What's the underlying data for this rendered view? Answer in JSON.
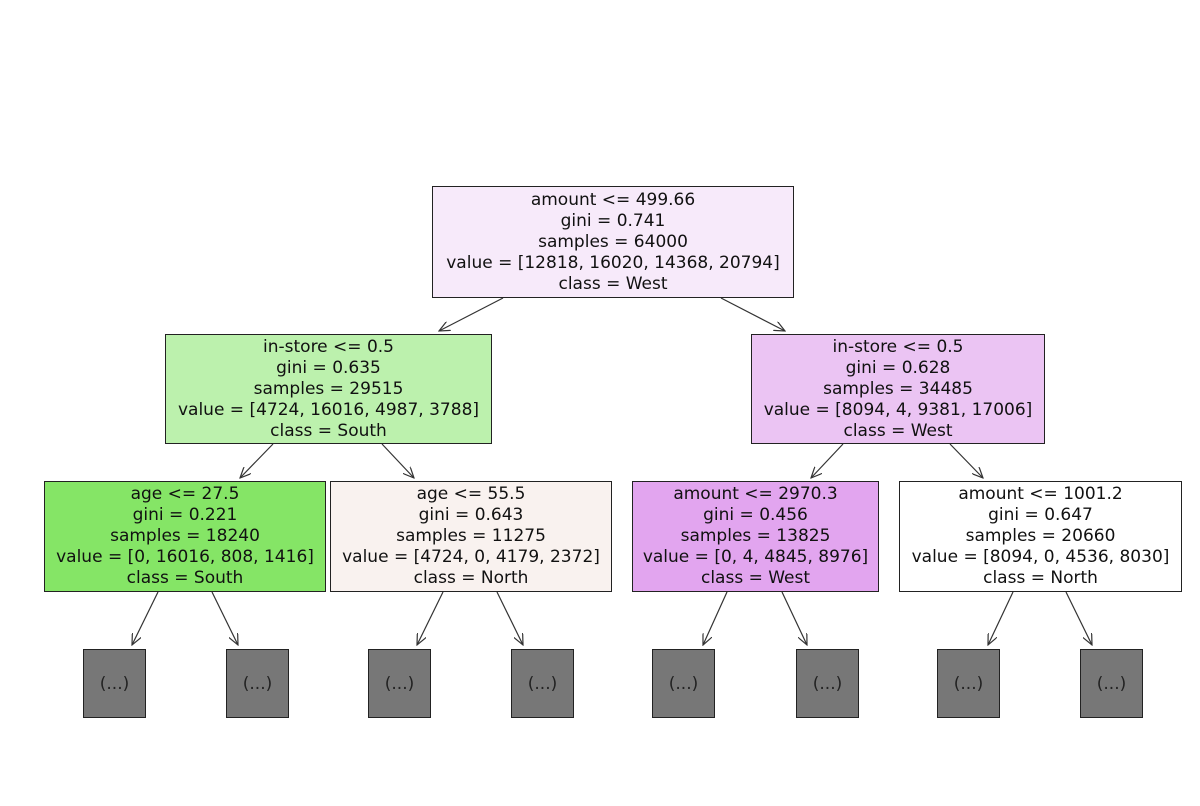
{
  "tree": {
    "nodes": [
      {
        "id": "root",
        "lines": [
          "amount <= 499.66",
          "gini = 0.741",
          "samples = 64000",
          "value = [12818, 16020, 14368, 20794]",
          "class = West"
        ],
        "fill": "#f7eafa"
      },
      {
        "id": "l",
        "lines": [
          "in-store <= 0.5",
          "gini = 0.635",
          "samples = 29515",
          "value = [4724, 16016, 4987, 3788]",
          "class = South"
        ],
        "fill": "#bcf1ad"
      },
      {
        "id": "r",
        "lines": [
          "in-store <= 0.5",
          "gini = 0.628",
          "samples = 34485",
          "value = [8094, 4, 9381, 17006]",
          "class = West"
        ],
        "fill": "#ebc4f3"
      },
      {
        "id": "ll",
        "lines": [
          "age <= 27.5",
          "gini = 0.221",
          "samples = 18240",
          "value = [0, 16016, 808, 1416]",
          "class = South"
        ],
        "fill": "#85e566"
      },
      {
        "id": "lr",
        "lines": [
          "age <= 55.5",
          "gini = 0.643",
          "samples = 11275",
          "value = [4724, 0, 4179, 2372]",
          "class = North"
        ],
        "fill": "#f9f2ef"
      },
      {
        "id": "rl",
        "lines": [
          "amount <= 2970.3",
          "gini = 0.456",
          "samples = 13825",
          "value = [0, 4, 4845, 8976]",
          "class = West"
        ],
        "fill": "#e2a5ef"
      },
      {
        "id": "rr",
        "lines": [
          "amount <= 1001.2",
          "gini = 0.647",
          "samples = 20660",
          "value = [8094, 0, 4536, 8030]",
          "class = North"
        ],
        "fill": "#ffffff"
      }
    ],
    "truncated_label": "(...)",
    "truncated_fill": "#777777"
  }
}
